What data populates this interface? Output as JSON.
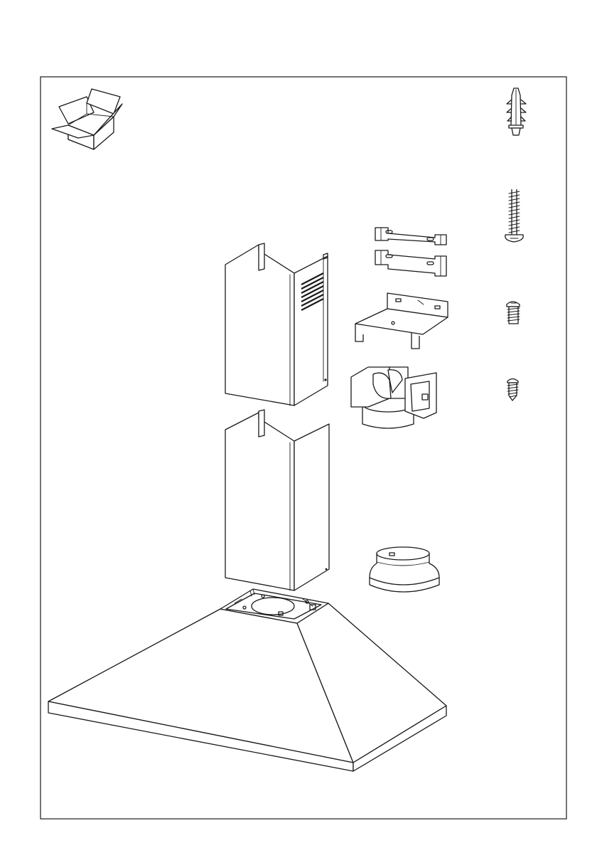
{
  "diagram": {
    "frame_color": "#1a1a1a",
    "components": [
      {
        "icon": "package-box-icon"
      },
      {
        "icon": "chimney-upper-cover"
      },
      {
        "icon": "chimney-lower-cover"
      },
      {
        "icon": "hood-canopy"
      },
      {
        "icon": "mounting-bracket-pair"
      },
      {
        "icon": "support-bracket"
      },
      {
        "icon": "damper-valve"
      },
      {
        "icon": "duct-adapter-ring"
      },
      {
        "icon": "wall-plug"
      },
      {
        "icon": "long-screw"
      },
      {
        "icon": "short-screw"
      },
      {
        "icon": "small-screw"
      }
    ]
  }
}
